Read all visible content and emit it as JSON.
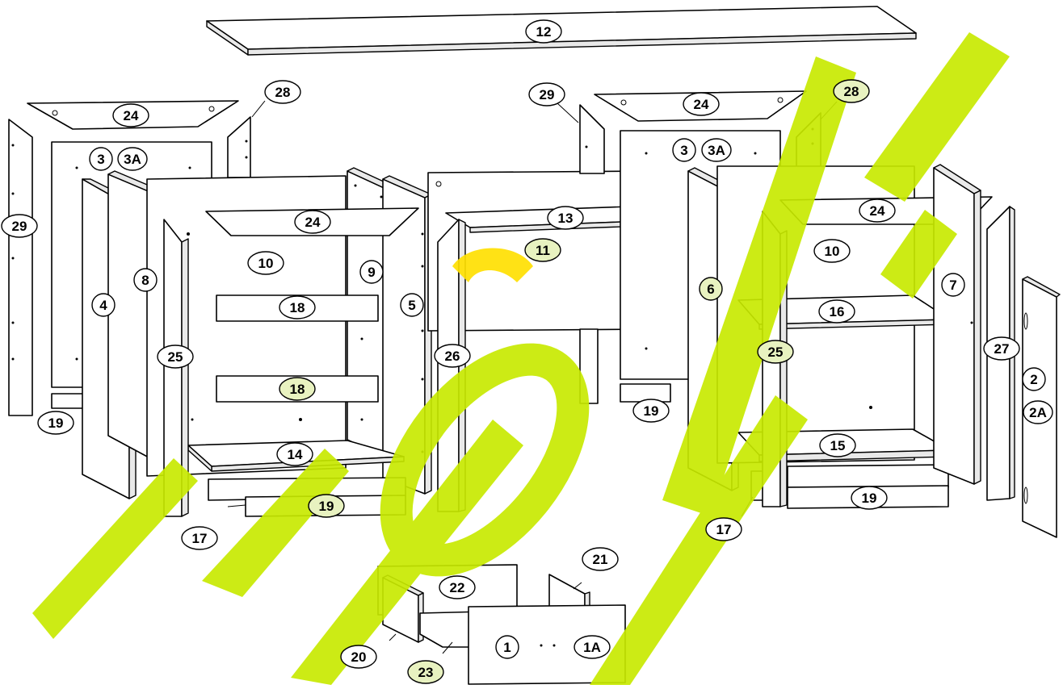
{
  "diagram": {
    "watermark_color": "#c8ea00",
    "watermark_accent": "#ffe000",
    "label_fill": "#ffffff",
    "label_highlight_fill": "#e8f2c0",
    "parts": {
      "p1": "1",
      "p1a": "1A",
      "p2": "2",
      "p2a": "2A",
      "p3l": "3",
      "p3al": "3A",
      "p3r": "3",
      "p3ar": "3A",
      "p4": "4",
      "p5": "5",
      "p6": "6",
      "p7": "7",
      "p8": "8",
      "p9": "9",
      "p10l": "10",
      "p10r": "10",
      "p11": "11",
      "p12": "12",
      "p13": "13",
      "p14": "14",
      "p15": "15",
      "p16": "16",
      "p17l": "17",
      "p17r": "17",
      "p18a": "18",
      "p18b": "18",
      "p19a": "19",
      "p19b": "19",
      "p19c": "19",
      "p19d": "19",
      "p20": "20",
      "p21": "21",
      "p22": "22",
      "p23": "23",
      "p24a": "24",
      "p24b": "24",
      "p24c": "24",
      "p24d": "24",
      "p25l": "25",
      "p25r": "25",
      "p26": "26",
      "p27": "27",
      "p28l": "28",
      "p28r": "28",
      "p29l": "29",
      "p29r": "29"
    }
  }
}
